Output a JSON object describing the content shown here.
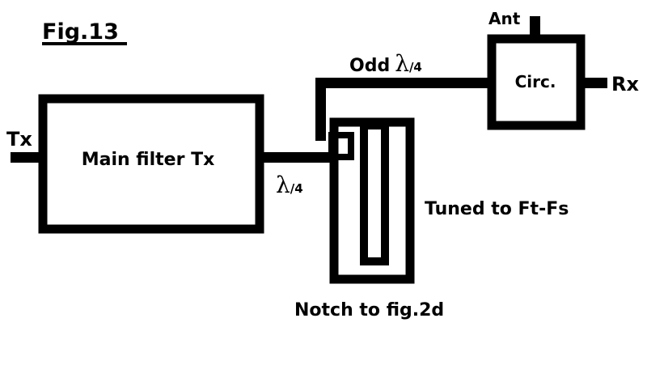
{
  "figure": {
    "title": "Fig.13"
  },
  "labels": {
    "tx": "Tx",
    "rx": "Rx",
    "ant": "Ant",
    "circulator": "Circ.",
    "main_filter": "Main filter Tx",
    "odd_prefix": "Odd",
    "lambda_symbol": "λ",
    "lambda_divisor": "/4",
    "tuned": "Tuned to Ft-Fs",
    "notch": "Notch to fig.2d"
  },
  "colors": {
    "stroke": "#000000",
    "background": "#ffffff"
  }
}
